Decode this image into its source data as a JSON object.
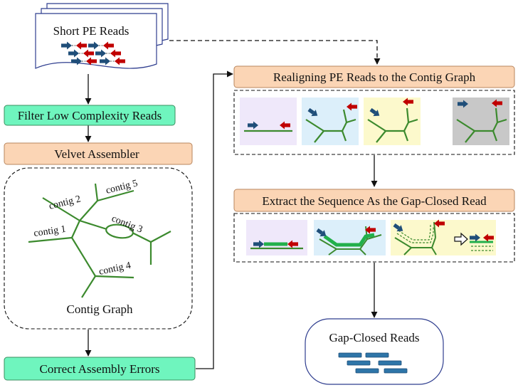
{
  "short_reads": {
    "label": "Short PE Reads"
  },
  "filter": {
    "label": "Filter Low Complexity Reads"
  },
  "velvet": {
    "label": "Velvet Assembler"
  },
  "contig_graph": {
    "caption": "Contig Graph",
    "labels": [
      "contig 1",
      "contig 2",
      "contig 3",
      "contig 4",
      "contig 5"
    ]
  },
  "correct": {
    "label": "Correct Assembly Errors"
  },
  "realign": {
    "label": "Realigning PE Reads to the Contig Graph"
  },
  "extract": {
    "label": "Extract the Sequence As the Gap-Closed Read"
  },
  "gap_closed": {
    "label": "Gap-Closed Reads"
  },
  "colors": {
    "green_box": "#6FF5BE",
    "orange_box": "#FBD5B5",
    "contig_line": "#3C8A2E",
    "highlight_line": "#22B04B",
    "forward_arrow": "#1F4E79",
    "reverse_arrow": "#C00000",
    "read_bar": "#2E75A8",
    "panel_purple": "#EFE8FA",
    "panel_blue": "#DCEFFA",
    "panel_yellow": "#FCF9CC",
    "panel_gray": "#C8C8C8"
  }
}
